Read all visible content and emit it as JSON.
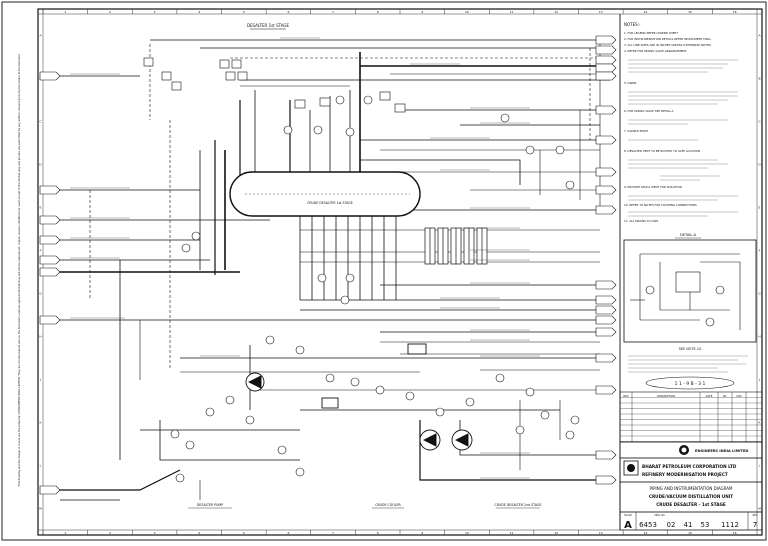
{
  "drawing": {
    "title_top": "DESALTER 1st STAGE",
    "side_note": "This drawing and the design it covers are the property of ENGINEERS INDIA LIMITED. They are merely loaned and on the borrower's express agreement that they will not be reproduced, copied, loaned, exhibited nor used except in the limited way and private use permitted by any written consent given by the lender to the borrower.",
    "vessel_label": "CRUDE DESALTER 1st STAGE",
    "bottom_refs": [
      "DESALTER PUMP",
      "CRUDE COOLER",
      "CRUDE DESALTER 2nd STAGE"
    ],
    "legend_title": "DETAIL-A",
    "notes_title": "NOTES:-",
    "notes": [
      "1. FOR LEGEND REFER LEGEND SHEET",
      "2. FOR INSTRUMENTATION DETAILS REFER INSTRUMENT DWG.",
      "3. ALL LINE SIZES ARE IN INCHES UNLESS OTHERWISE NOTED.",
      "4. REFER FOR MIXING VALVE ARRANGEMENT.",
      "5. DRAIN",
      "6. FOR MIXING VALVE SEE DETAIL-A",
      "7. SAMPLE POINT",
      "8. DESALTER VENT TO BE ROUTED TO SAFE LOCATION",
      "9. PROVIDE SPOOL PIECE FOR ISOLATION",
      "10. REFER TO NOTES FOR FLUSHING CONNECTIONS",
      "11. ALL DRAINS TO OWS"
    ],
    "note_ref": "SEE NOTE-10",
    "plot_ref": "1 1 - 9 B - 3 1",
    "rev_table_header": [
      "REV",
      "DESCRIPTION",
      "DATE",
      "BY",
      "CHK"
    ],
    "company": "ENGINEERS INDIA LIMITED",
    "client": "BHARAT PETROLEUM CORPORATION LTD",
    "project": "REFINERY MODERNISATION PROJECT",
    "drawing_type": "PIPING AND INSTRUMENTATION DIAGRAM",
    "unit": "CRUDE/VACUUM DISTILLATION UNIT",
    "subtitle": "CRUDE DESALTER - 1st STAGE",
    "scale_label": "SCALE",
    "drg_no_label": "DRG. No.",
    "rev_label": "REV",
    "drg_no": [
      "6453",
      "02",
      "41",
      "53",
      "1112"
    ],
    "rev_no": "7",
    "col_numbers": [
      "1",
      "2",
      "3",
      "4",
      "5",
      "6",
      "7",
      "8",
      "9",
      "10",
      "11",
      "12",
      "13",
      "14",
      "15",
      "16"
    ],
    "row_letters": [
      "A",
      "B",
      "C",
      "D",
      "E",
      "F",
      "G",
      "H",
      "J",
      "K",
      "L",
      "M"
    ]
  }
}
